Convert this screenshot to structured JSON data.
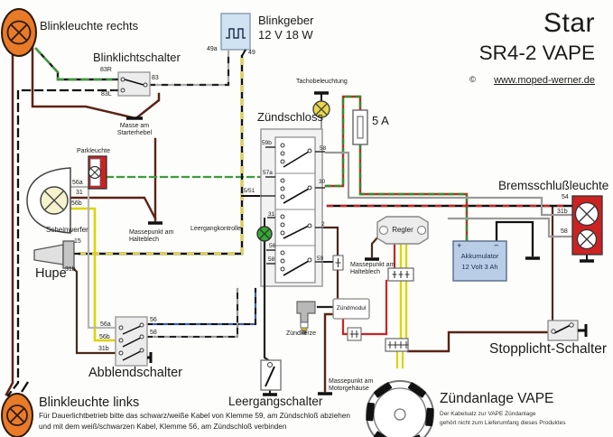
{
  "title": {
    "brand": "Star",
    "model": "SR4-2 VAPE",
    "copyright": "©",
    "website": "www.moped-werner.de"
  },
  "components": {
    "blinkleuchte_rechts": {
      "label": "Blinkleuchte rechts"
    },
    "blinklichtschalter": {
      "label": "Blinklichtschalter",
      "t_83R": "83R",
      "t_83L": "83L",
      "t_83": "83"
    },
    "blinkgeber": {
      "label": "Blinkgeber",
      "rating": "12 V 18 W",
      "t_49a": "49a",
      "t_49": "49"
    },
    "masse_starterhebel": {
      "label": "Masse am\nStarterhebel"
    },
    "parkleuchte": {
      "label": "Parkleuchte"
    },
    "scheinwerfer": {
      "label": "Scheinwerfer",
      "t_56a": "56a",
      "t_31": "31",
      "t_56b": "56b"
    },
    "hupe": {
      "label": "Hupe",
      "t_15": "15",
      "t_31b": "31b"
    },
    "massepunkt_halteblech_links": {
      "label": "Massepunkt am\nHalteblech"
    },
    "zuendschloss": {
      "label": "Zündschloss",
      "t_59b": "59b",
      "t_57a": "57a",
      "t_15_51": "15/51",
      "t_31": "31",
      "t_56": "56",
      "t_58_links": "58",
      "t_58_rechts": "58",
      "t_30": "30",
      "t_2": "2",
      "t_59": "59"
    },
    "tachobeleuchtung": {
      "label": "Tachobeleuchtung"
    },
    "sicherung": {
      "label": "5 A"
    },
    "leergangkontrolle": {
      "label": "Leergangkontrolle"
    },
    "regler": {
      "label": "Regler"
    },
    "massepunkt_halteblech_rechts": {
      "label": "Massepunkt am\nHalteblech"
    },
    "akkumulator": {
      "label": "Akkumulator",
      "rating": "12 Volt 3 Ah",
      "plus": "+",
      "minus": "−"
    },
    "bremsschlussleuchte": {
      "label": "Bremsschlußleuchte",
      "t_54": "54",
      "t_31b": "31b",
      "t_58": "58"
    },
    "abblendschalter": {
      "label": "Abblendschalter",
      "t_56a": "56a",
      "t_56b": "56b",
      "t_31b": "31b",
      "t_56": "56",
      "t_58": "58"
    },
    "leergangschalter": {
      "label": "Leergangschalter"
    },
    "zuendkerze": {
      "label": "Zündkerze"
    },
    "zuendmodul": {
      "label": "Zündmodul"
    },
    "massepunkt_motorgehaeuse": {
      "label": "Massepunkt am\nMotorgehäuse"
    },
    "zuendanlage": {
      "label": "Zündanlage VAPE",
      "note_line1": "Der Kabelsatz zur VAPE Zündanlage",
      "note_line2": "gehört nicht zum Lieferumfang dieses Produktes"
    },
    "stopplicht_schalter": {
      "label": "Stopplicht-Schalter"
    },
    "blinkleuchte_links": {
      "label": "Blinkleuchte links"
    }
  },
  "footer": {
    "line1": "Für Dauerlichtbetrieb bitte das schwarz/weiße Kabel von Klemme 59, am Zündschloß abziehen",
    "line2": "und mit dem weiß/schwarzen Kabel, Klemme 56, am Zündschloß verbinden"
  },
  "colors": {
    "wire_brown": "#5a2315",
    "wire_black": "#111111",
    "wire_green": "#3f9b3f",
    "wire_yellow": "#ddd400",
    "wire_gray": "#9a9a9a",
    "wire_red": "#cc2222",
    "wire_blue": "#3a5fae",
    "lamp_orange": "#e87a28",
    "lamp_red_housing": "#cc2222",
    "lamp_green": "#3aa53a",
    "lamp_yellow": "#e8d84a",
    "battery_blue": "#b9cde6",
    "relay_blue": "#cfe3f2"
  }
}
